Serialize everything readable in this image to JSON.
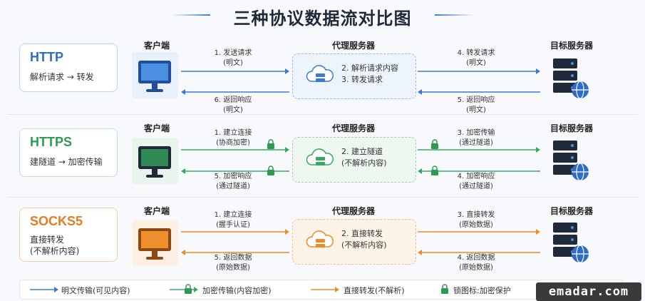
{
  "title": "三种协议数据流对比图",
  "colors": {
    "http": "#3a7bd5",
    "https": "#3aa860",
    "socks": "#ee8a2a"
  },
  "rows": [
    {
      "name": "HTTP",
      "desc": [
        "解析请求 → 转发"
      ],
      "client_head": "客户端",
      "proxy_head": "代理服务器",
      "server_head": "目标服务器",
      "a1": [
        "1. 发送请求",
        "(明文)"
      ],
      "a2": [
        "6. 返回响应",
        "(明文)"
      ],
      "proxy": [
        "2. 解析请求内容",
        "3. 转发请求"
      ],
      "a3": [
        "4. 转发请求",
        "(明文)"
      ],
      "a4": [
        "5. 返回响应",
        "(明文)"
      ]
    },
    {
      "name": "HTTPS",
      "desc": [
        "建隧道 → 加密传输"
      ],
      "client_head": "客户端",
      "proxy_head": "代理服务器",
      "server_head": "目标服务器",
      "a1": [
        "1. 建立连接",
        "(协商加密)"
      ],
      "a2": [
        "5. 加密响应",
        "(通过隧道)"
      ],
      "proxy": [
        "2. 建立隧道",
        "(不解析内容)"
      ],
      "a3": [
        "3. 加密传输",
        "(通过隧道)"
      ],
      "a4": [
        "4. 加密响应",
        "(通过隧道)"
      ]
    },
    {
      "name": "SOCKS5",
      "desc": [
        "直接转发",
        "(不解析内容)"
      ],
      "client_head": "客户端",
      "proxy_head": "代理服务器",
      "server_head": "目标服务器",
      "a1": [
        "1. 建立连接",
        "(握手认证)"
      ],
      "a2": [
        "5. 返回数据",
        "(原始数据)"
      ],
      "proxy": [
        "2. 直接转发",
        "(不解析内容)"
      ],
      "a3": [
        "3. 直接转发",
        "(原始数据)"
      ],
      "a4": [
        "4. 返回数据",
        "(原始数据)"
      ]
    }
  ],
  "legend": {
    "plain": "明文传输(可见内容)",
    "encrypted": "加密传输(内容加密)",
    "direct": "直接转发(不解析)",
    "lock": "锁图标:加密保护"
  },
  "watermark": "emadar.com"
}
